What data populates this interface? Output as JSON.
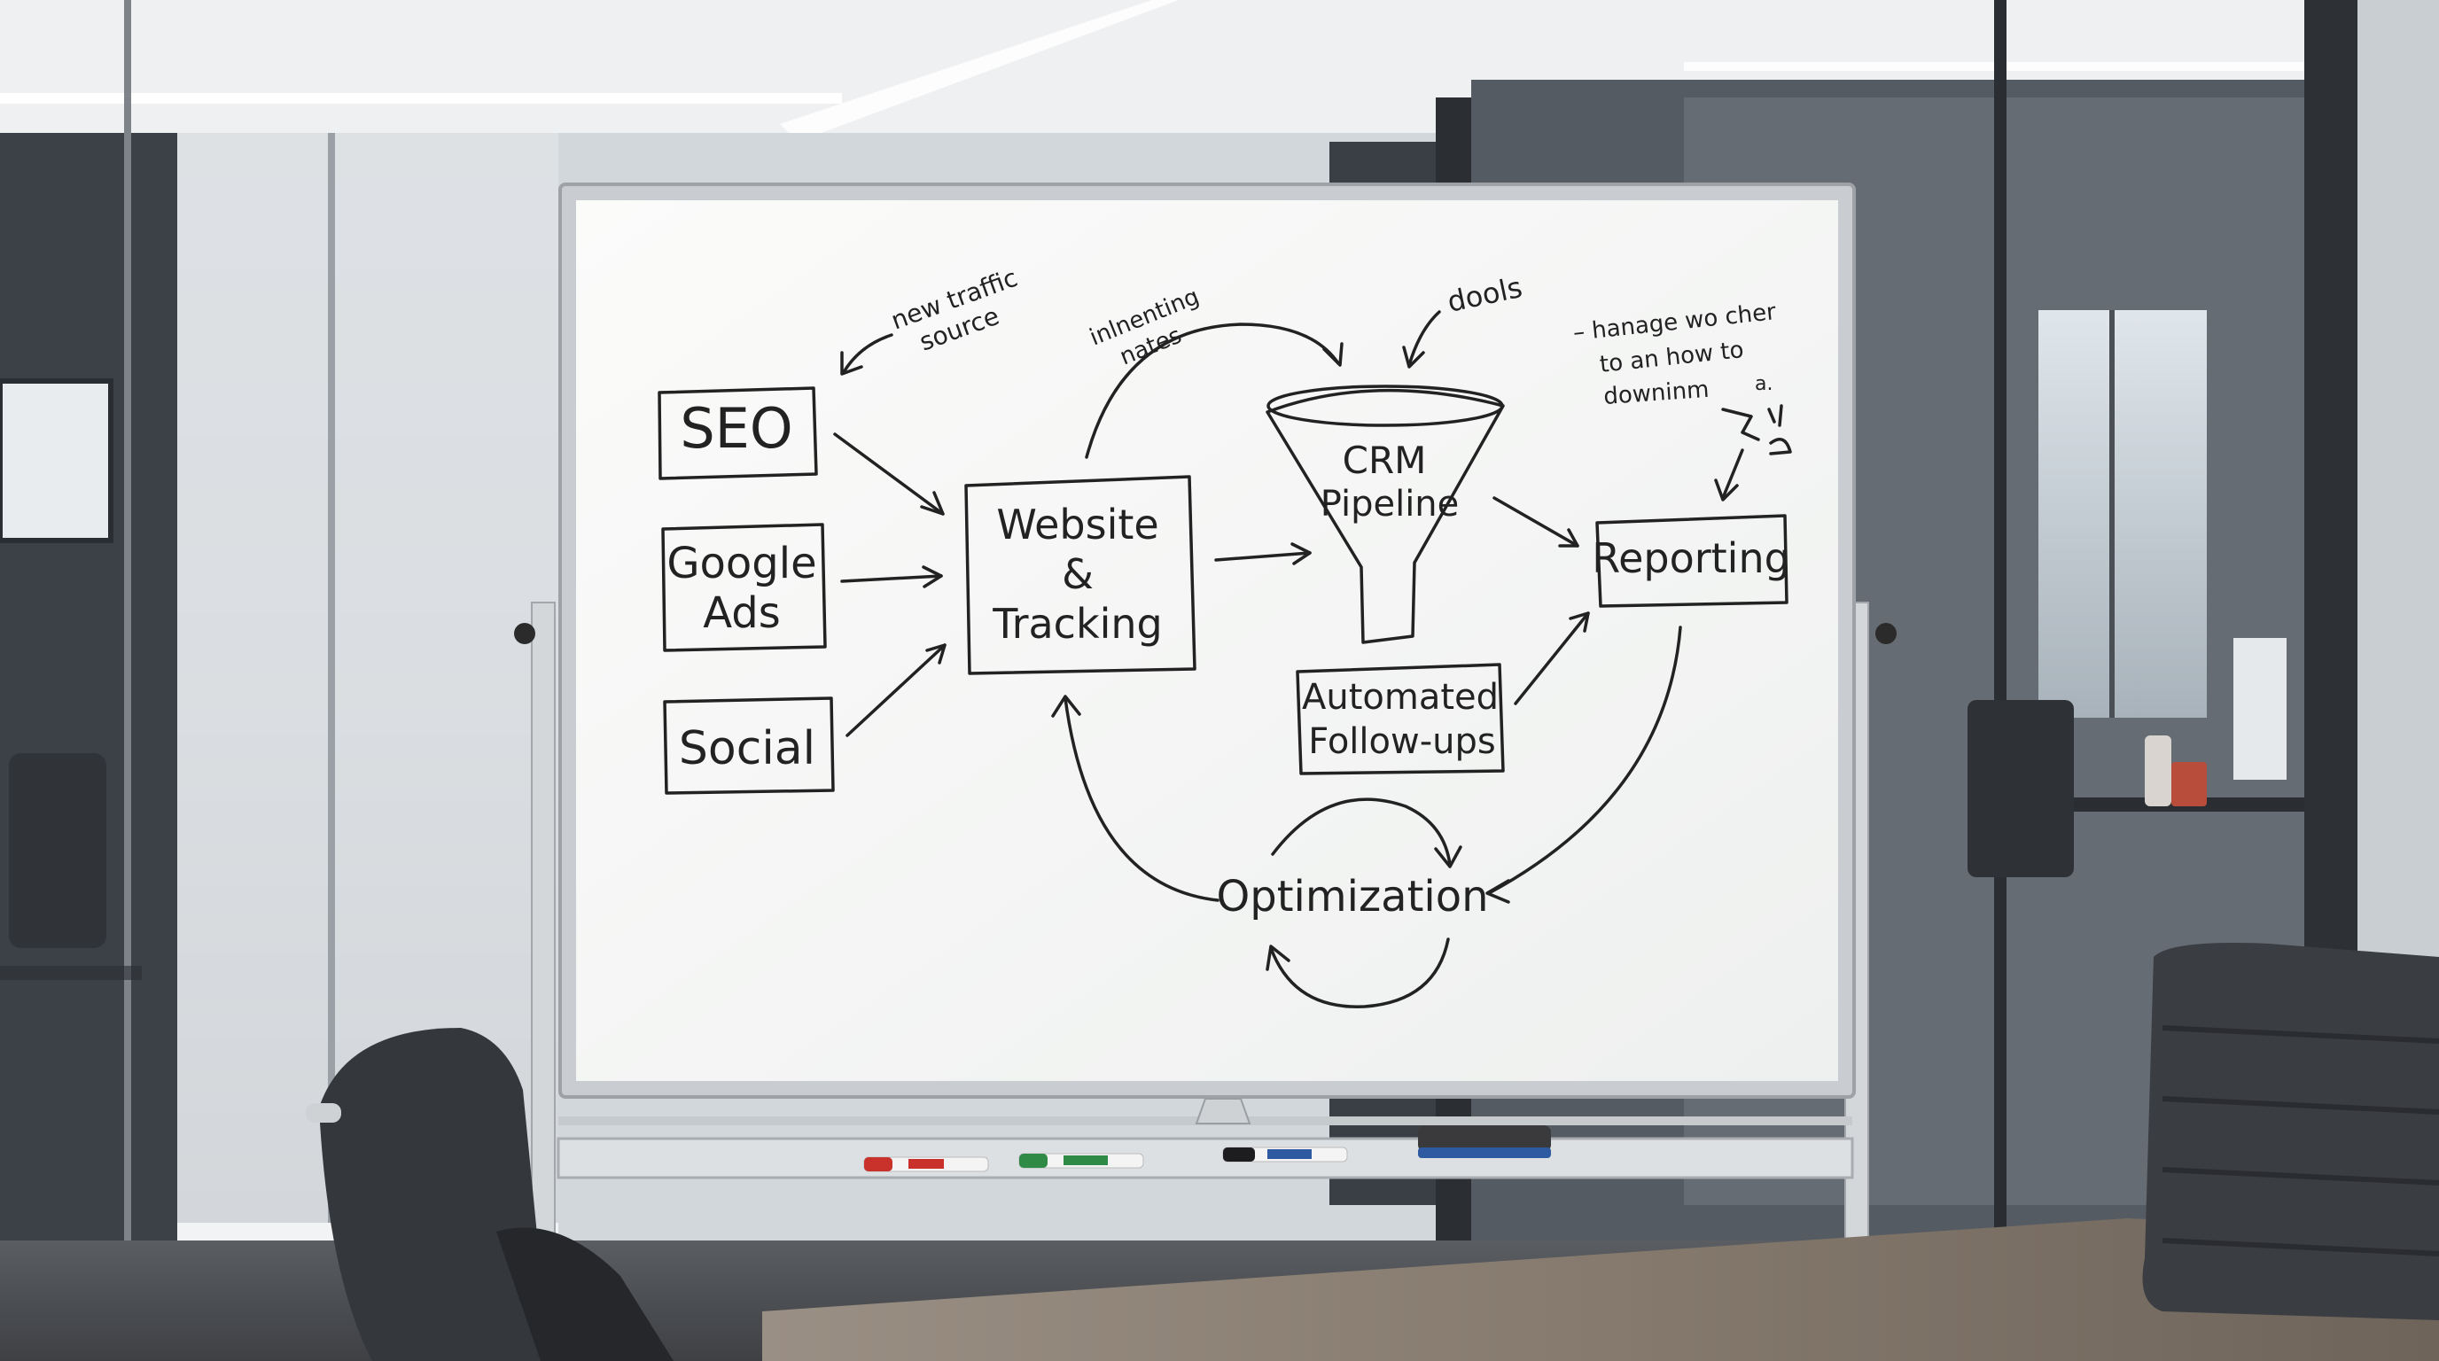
{
  "whiteboard": {
    "nodes": {
      "seo": "SEO",
      "google_ads_line1": "Google",
      "google_ads_line2": "Ads",
      "social": "Social",
      "website_line1": "Website",
      "website_line2": "&",
      "website_line3": "Tracking",
      "crm_line1": "CRM",
      "crm_line2": "Pipeline",
      "reporting": "Reporting",
      "automated_line1": "Automated",
      "automated_line2": "Follow-ups",
      "optimization": "Optimization"
    },
    "annotations": {
      "new_traffic_line1": "new traffic",
      "new_traffic_line2": "source",
      "inlnenting_line1": "inlnenting",
      "inlnenting_line2": "nates",
      "dools": "dools",
      "note_line1": "– hanage wo cher",
      "note_line2": "to an how to",
      "note_line3": "downinm",
      "note_mark": "a."
    }
  },
  "colors": {
    "board": "#f6f7f6",
    "frame": "#c9ccd0",
    "ink": "#222222",
    "marker_red": "#c8322a",
    "marker_green": "#2f8a46",
    "marker_black": "#1d1d1f",
    "eraser_blue": "#2d5aa0",
    "table": "#8a7e72",
    "chair": "#3a3d42"
  }
}
